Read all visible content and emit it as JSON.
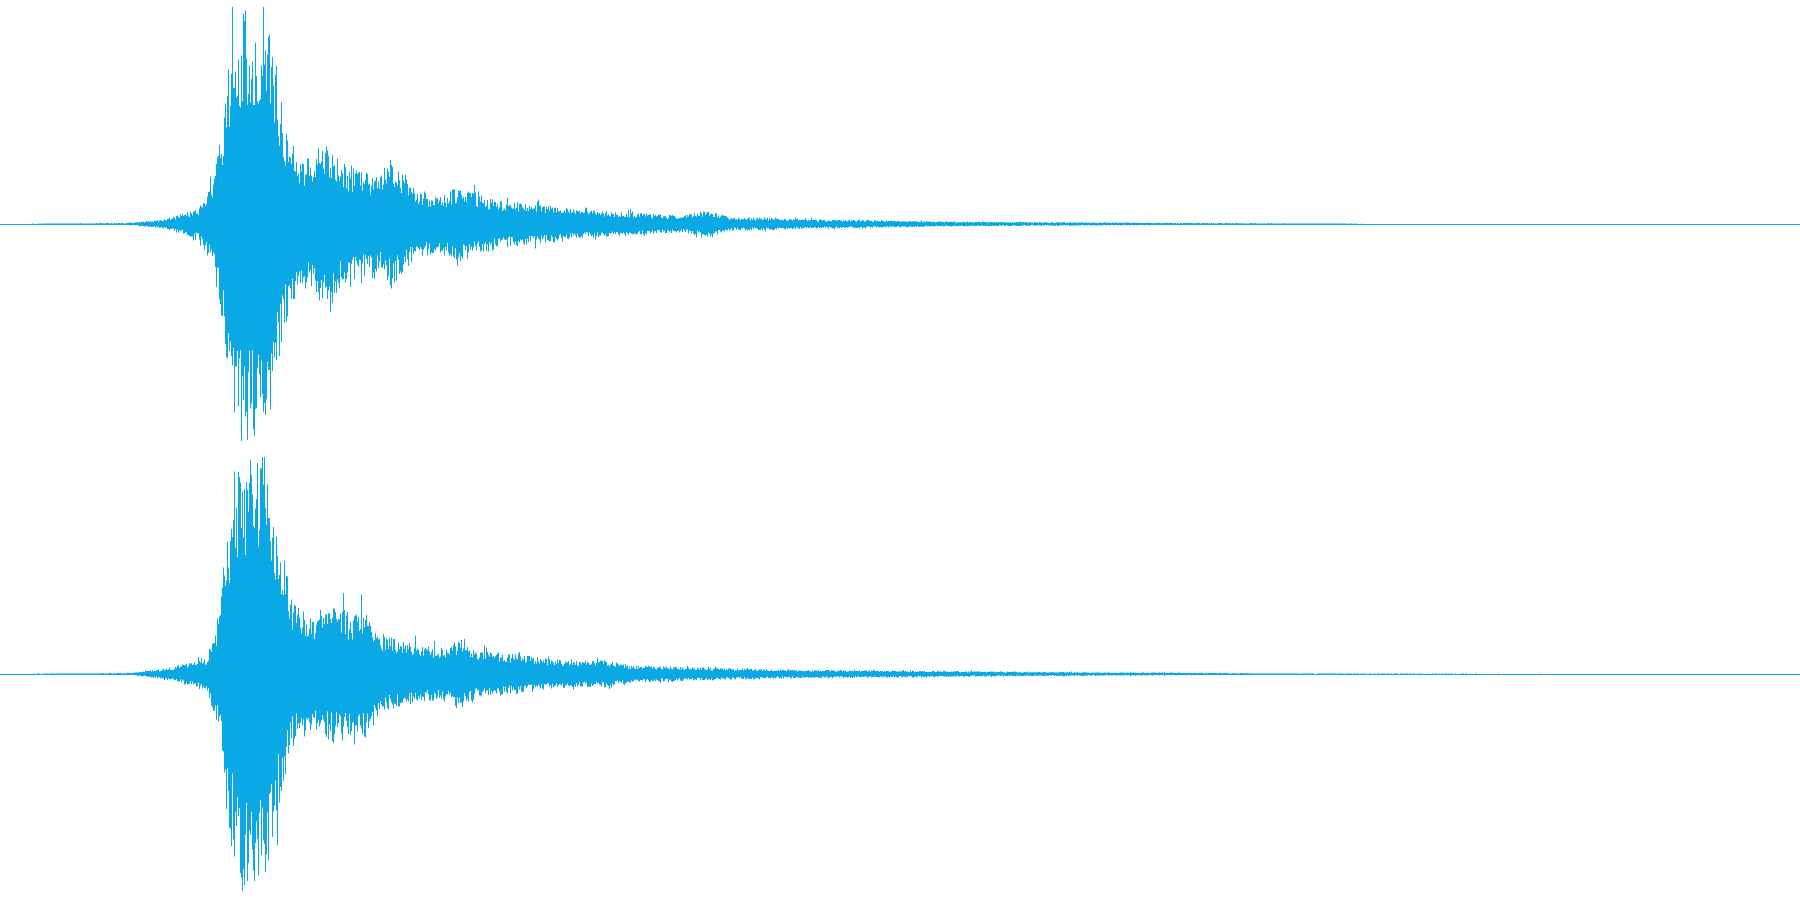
{
  "waveform": {
    "color": "#0aa8e4",
    "channels": [
      {
        "id": "channel-1",
        "envelope": [
          [
            0.0,
            0.0
          ],
          [
            0.069,
            0.005
          ],
          [
            0.09,
            0.02
          ],
          [
            0.11,
            0.07
          ],
          [
            0.118,
            0.2
          ],
          [
            0.123,
            0.45
          ],
          [
            0.127,
            0.8
          ],
          [
            0.131,
            0.96
          ],
          [
            0.137,
            1.0
          ],
          [
            0.143,
            0.97
          ],
          [
            0.15,
            0.9
          ],
          [
            0.155,
            0.6
          ],
          [
            0.16,
            0.43
          ],
          [
            0.166,
            0.28
          ],
          [
            0.173,
            0.32
          ],
          [
            0.18,
            0.38
          ],
          [
            0.187,
            0.32
          ],
          [
            0.195,
            0.26
          ],
          [
            0.203,
            0.24
          ],
          [
            0.21,
            0.22
          ],
          [
            0.217,
            0.3
          ],
          [
            0.222,
            0.25
          ],
          [
            0.23,
            0.16
          ],
          [
            0.245,
            0.13
          ],
          [
            0.255,
            0.18
          ],
          [
            0.262,
            0.15
          ],
          [
            0.275,
            0.11
          ],
          [
            0.29,
            0.1
          ],
          [
            0.305,
            0.09
          ],
          [
            0.32,
            0.07
          ],
          [
            0.335,
            0.06
          ],
          [
            0.35,
            0.055
          ],
          [
            0.365,
            0.045
          ],
          [
            0.38,
            0.04
          ],
          [
            0.393,
            0.065
          ],
          [
            0.405,
            0.03
          ],
          [
            0.425,
            0.03
          ],
          [
            0.44,
            0.025
          ],
          [
            0.46,
            0.02
          ],
          [
            0.49,
            0.018
          ],
          [
            0.52,
            0.012
          ],
          [
            0.56,
            0.01
          ],
          [
            0.6,
            0.008
          ],
          [
            0.64,
            0.006
          ],
          [
            0.69,
            0.004
          ],
          [
            0.735,
            0.003
          ],
          [
            0.76,
            0.001
          ],
          [
            1.0,
            0.0
          ]
        ]
      },
      {
        "id": "channel-2",
        "envelope": [
          [
            0.0,
            0.0
          ],
          [
            0.073,
            0.005
          ],
          [
            0.095,
            0.03
          ],
          [
            0.115,
            0.08
          ],
          [
            0.122,
            0.3
          ],
          [
            0.127,
            0.75
          ],
          [
            0.133,
            0.97
          ],
          [
            0.14,
            1.0
          ],
          [
            0.147,
            0.95
          ],
          [
            0.155,
            0.65
          ],
          [
            0.162,
            0.35
          ],
          [
            0.17,
            0.28
          ],
          [
            0.18,
            0.3
          ],
          [
            0.188,
            0.32
          ],
          [
            0.196,
            0.27
          ],
          [
            0.203,
            0.32
          ],
          [
            0.21,
            0.2
          ],
          [
            0.22,
            0.16
          ],
          [
            0.232,
            0.14
          ],
          [
            0.245,
            0.12
          ],
          [
            0.257,
            0.17
          ],
          [
            0.265,
            0.11
          ],
          [
            0.275,
            0.1
          ],
          [
            0.29,
            0.09
          ],
          [
            0.305,
            0.07
          ],
          [
            0.32,
            0.06
          ],
          [
            0.335,
            0.065
          ],
          [
            0.35,
            0.04
          ],
          [
            0.37,
            0.035
          ],
          [
            0.39,
            0.03
          ],
          [
            0.41,
            0.025
          ],
          [
            0.44,
            0.02
          ],
          [
            0.47,
            0.018
          ],
          [
            0.5,
            0.016
          ],
          [
            0.54,
            0.013
          ],
          [
            0.58,
            0.01
          ],
          [
            0.62,
            0.008
          ],
          [
            0.66,
            0.006
          ],
          [
            0.69,
            0.004
          ],
          [
            0.715,
            0.002
          ],
          [
            1.0,
            0.0
          ]
        ]
      }
    ]
  }
}
